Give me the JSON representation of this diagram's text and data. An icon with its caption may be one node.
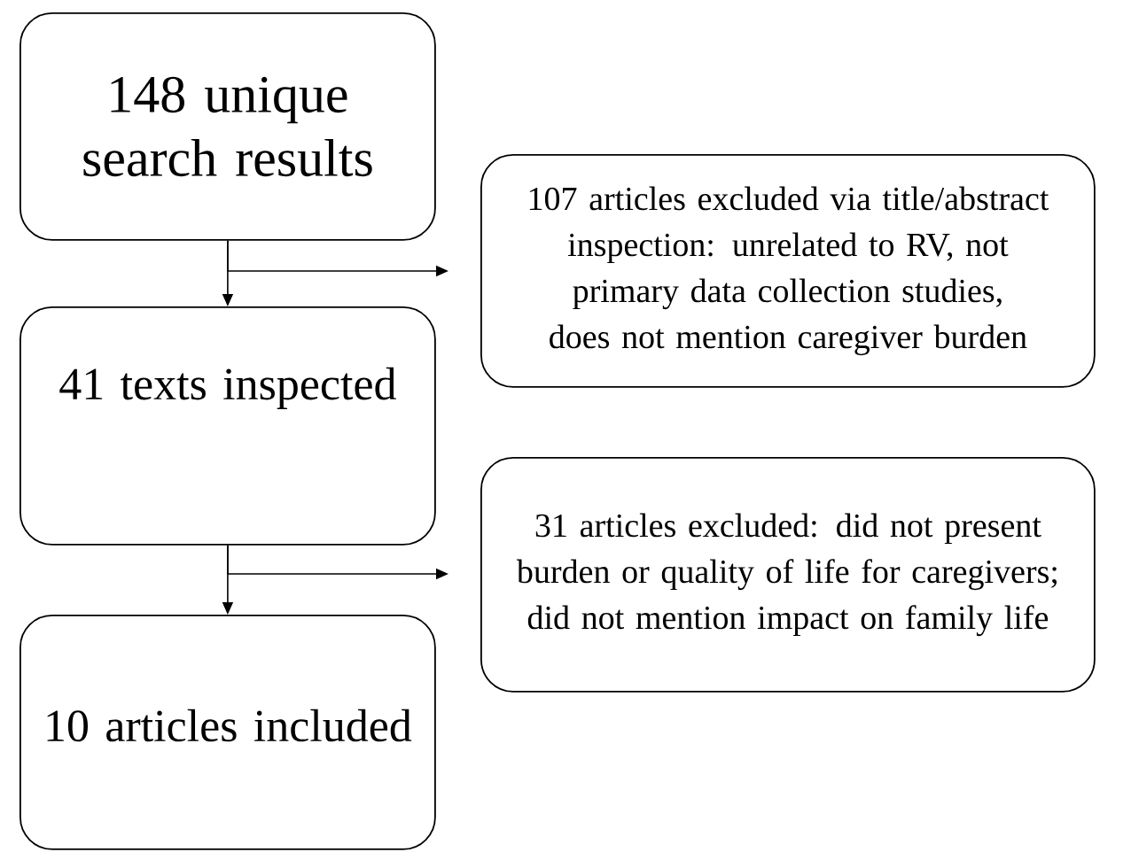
{
  "diagram": {
    "nodes": [
      {
        "text": [
          "148 unique search results"
        ]
      },
      {
        "text": [
          "107 articles excluded via title/abstract inspection: unrelated to RV, not primary data collection studies, does not mention caregiver burden"
        ]
      },
      {
        "text": [
          "41 texts inspected"
        ]
      },
      {
        "text": [
          "31 articles excluded: did not present burden or quality of life for caregivers; did not mention impact on family life"
        ]
      },
      {
        "text": [
          "10 articles included"
        ]
      }
    ],
    "edges": [
      {
        "from": 0,
        "to": 2,
        "arrow": "to"
      },
      {
        "from": 0,
        "to": 1,
        "arrow": "to"
      },
      {
        "from": 2,
        "to": 4,
        "arrow": "to"
      },
      {
        "from": 2,
        "to": 3,
        "arrow": "to"
      }
    ]
  }
}
